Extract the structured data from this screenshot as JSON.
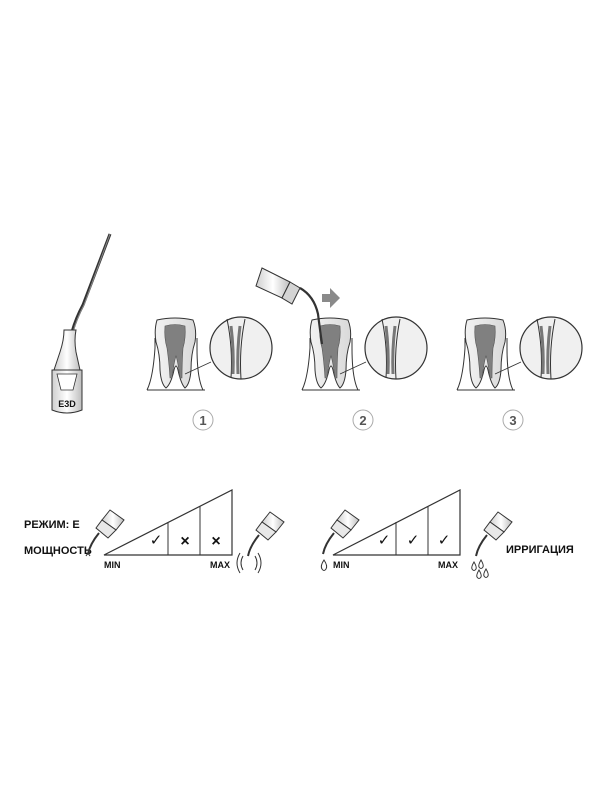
{
  "tip": {
    "model_label": "E3D"
  },
  "steps": [
    {
      "number": "1"
    },
    {
      "number": "2"
    },
    {
      "number": "3"
    }
  ],
  "power_scale": {
    "label_line1": "РЕЖИМ: E",
    "label_line2": "МОЩНОСТЬ",
    "min_label": "MIN",
    "max_label": "MAX",
    "levels": [
      "✓",
      "×",
      "×"
    ]
  },
  "irrigation_scale": {
    "label": "ИРРИГАЦИЯ",
    "min_label": "MIN",
    "max_label": "MAX",
    "levels": [
      "✓",
      "✓",
      "✓"
    ]
  },
  "colors": {
    "line": "#333333",
    "tooth_fill": "#e6e6e6",
    "pulp": "#777777",
    "circle_bg": "#f0f0f0",
    "arrow": "#8a8a8a"
  }
}
